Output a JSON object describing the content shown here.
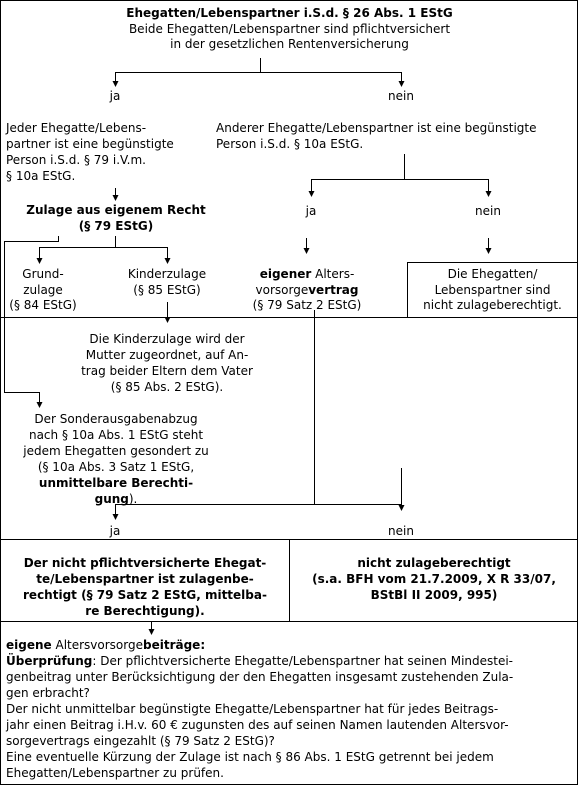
{
  "header": {
    "title": "Ehegatten/Lebenspartner i.S.d. § 26 Abs. 1 EStG",
    "line2": "Beide Ehegatten/Lebenspartner sind pflichtversichert",
    "line3": "in der gesetzlichen Rentenversicherung"
  },
  "branch1": {
    "ja": "ja",
    "nein": "nein"
  },
  "left_condition": {
    "l1": "Jeder Ehegatte/Lebens-",
    "l2": "partner ist eine begünstigte",
    "l3": "Person i.S.d. § 79 i.V.m.",
    "l4": "§ 10a EStG."
  },
  "right_condition": {
    "l1": "Anderer Ehegatte/Lebenspartner ist eine begünstigte",
    "l2": "Person i.S.d. § 10a EStG."
  },
  "own_right": {
    "l1": "Zulage aus eigenem Recht",
    "l2": "(§ 79 EStG)"
  },
  "branch2": {
    "ja": "ja",
    "nein": "nein"
  },
  "grundzulage": {
    "l1": "Grund-",
    "l2": "zulage",
    "l3": "(§ 84 EStG)"
  },
  "kinderzulage": {
    "l1": "Kinderzulage",
    "l2": "(§ 85 EStG)"
  },
  "eigener_vertrag": {
    "l1_bold": "eigener",
    "l1_rest": " Alters-",
    "l2_rest": "vorsorge",
    "l2_bold": "vertrag",
    "l3": "(§ 79 Satz 2 EStG)"
  },
  "not_eligible_box": {
    "l1": "Die Ehegatten/",
    "l2": "Lebenspartner sind",
    "l3": "nicht zulageberechtigt."
  },
  "kinder_assignment": {
    "l1": "Die Kinderzulage wird der",
    "l2": "Mutter zugeordnet, auf An-",
    "l3": "trag beider Eltern dem Vater",
    "l4": "(§ 85 Abs. 2 EStG)."
  },
  "sonderausgaben": {
    "l1": "Der Sonderausgabenabzug",
    "l2": "nach § 10a Abs. 1 EStG steht",
    "l3": "jedem Ehegatten gesondert zu",
    "l4": "(§ 10a Abs. 3 Satz 1 EStG,",
    "l5": "unmittelbare Berechti-",
    "l6_bold": "gung",
    "l6_rest": ")."
  },
  "branch3": {
    "ja": "ja",
    "nein": "nein"
  },
  "indirect": {
    "l1": "Der nicht pflichtversicherte Ehegat-",
    "l2": "te/Lebenspartner ist zulagenbe-",
    "l3": "rechtigt (§ 79 Satz 2 EStG, mittelba-",
    "l4": "re Berechtigung)."
  },
  "not_eligible2": {
    "l1": "nicht zulageberechtigt",
    "l2": "(s.a. BFH vom 21.7.2009, X R 33/07,",
    "l3": "BStBl II 2009, 995)"
  },
  "contributions": {
    "h_bold1": "eigene",
    "h_rest": " Altersvorsorge",
    "h_bold2": "beiträge:",
    "p1_bold": "Überprüfung",
    "p1_rest": ": Der pflichtversicherte Ehegatte/Lebenspartner hat seinen Mindestei-",
    "p2": "genbeitrag unter Berücksichtigung der den Ehegatten insgesamt zustehenden Zula-",
    "p3": "gen erbracht?",
    "p4": "Der nicht unmittelbar begünstigte Ehegatte/Lebenspartner hat für jedes Beitrags-",
    "p5": "jahr einen Beitrag i.H.v. 60 € zugunsten des auf seinen Namen lautenden Altersvor-",
    "p6": "sorgevertrags eingezahlt (§ 79 Satz 2 EStG)?",
    "p7": "Eine eventuelle Kürzung der Zulage ist nach § 86 Abs. 1 EStG getrennt bei jedem",
    "p8": "Ehegatten/Lebenspartner zu prüfen."
  }
}
